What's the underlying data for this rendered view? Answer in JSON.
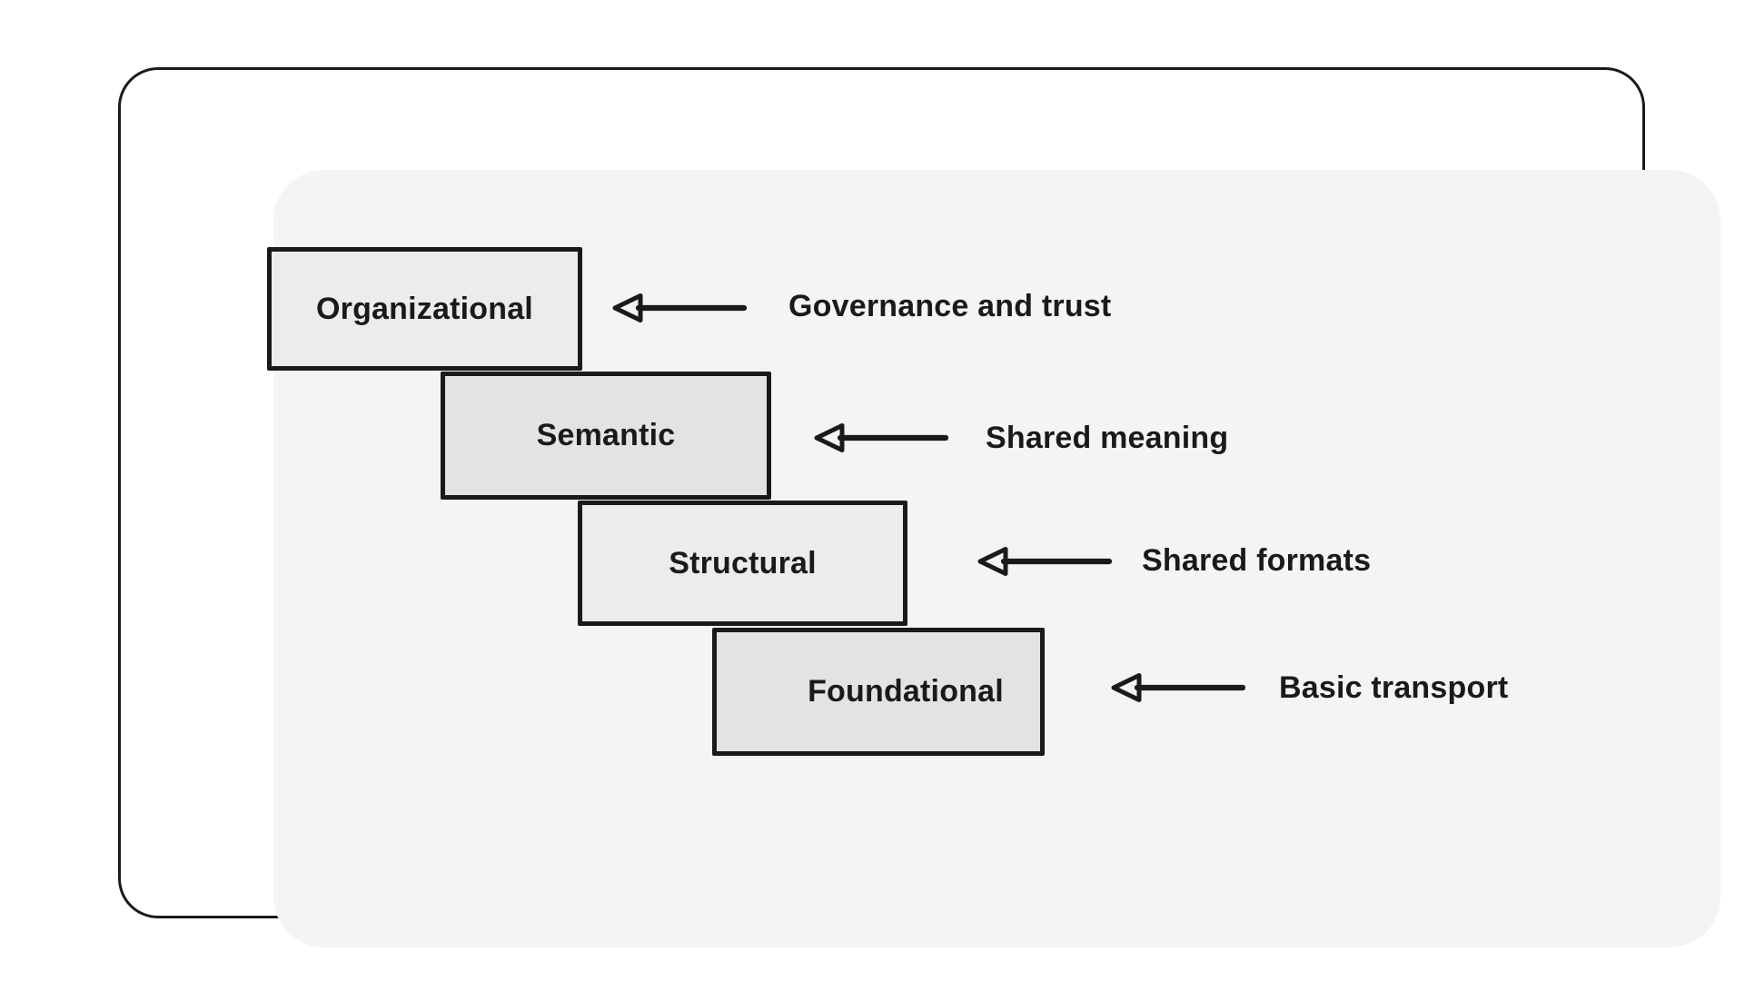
{
  "diagram": {
    "type": "stair-step layered diagram with arrow annotations",
    "rows": [
      {
        "box_label": "Organizational",
        "annotation": "Governance and trust"
      },
      {
        "box_label": "Semantic",
        "annotation": "Shared meaning"
      },
      {
        "box_label": "Structural",
        "annotation": "Shared formats"
      },
      {
        "box_label": "Foundational",
        "annotation": "Basic transport"
      }
    ],
    "colors": {
      "page-bg": "#ffffff",
      "panel-bg": "#f4f4f4",
      "ink": "#1a1a1a",
      "box-fill-a": "#ececec",
      "box-fill-b": "#e3e3e3"
    }
  }
}
